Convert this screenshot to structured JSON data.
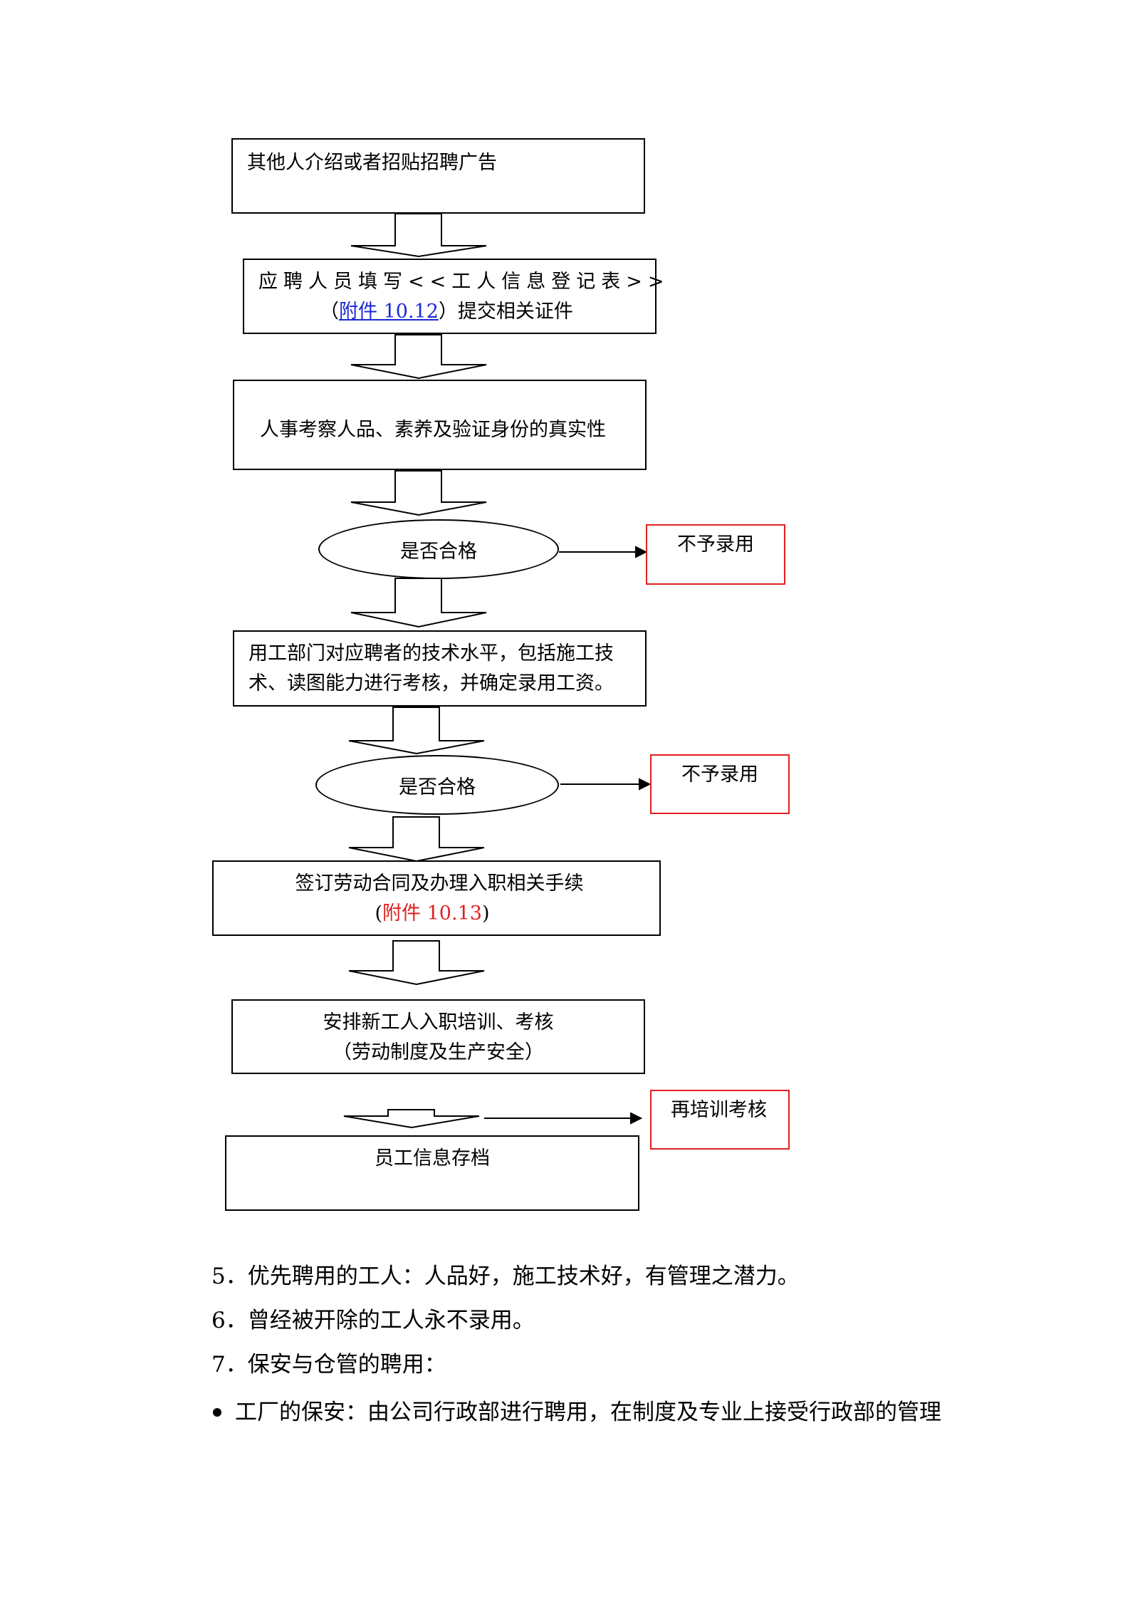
{
  "flow": {
    "step1": "其他人介绍或者招贴招聘广告",
    "step2_line1": "应聘人员填写<<工人信息登记表>>",
    "step2_open": "（",
    "step2_link": "附件 10.12",
    "step2_rest": "）提交相关证件",
    "step3": "人事考察人品、素养及验证身份的真实性",
    "decision1": "是否合格",
    "reject1": "不予录用",
    "step4_line1": "用工部门对应聘者的技术水平，包括施工技",
    "step4_line2": "术、读图能力进行考核，并确定录用工资。",
    "decision2": "是否合格",
    "reject2": "不予录用",
    "step5_line1": "签订劳动合同及办理入职相关手续",
    "step5_open": "(",
    "step5_link": "附件 10.13",
    "step5_close": ")",
    "step6_line1": "安排新工人入职培训、考核",
    "step6_line2": "（劳动制度及生产安全）",
    "retrain": "再培训考核",
    "step7": "员工信息存档"
  },
  "paragraphs": {
    "p5": "5．优先聘用的工人：人品好，施工技术好，有管理之潜力。",
    "p6": "6．曾经被开除的工人永不录用。",
    "p7": "7．保安与仓管的聘用：",
    "bullet1": "工厂的保安：由公司行政部进行聘用，在制度及专业上接受行政部的管理"
  },
  "colors": {
    "link_blue": "#1a28d6",
    "link_red": "#e02020",
    "reject_border": "#e02020"
  }
}
